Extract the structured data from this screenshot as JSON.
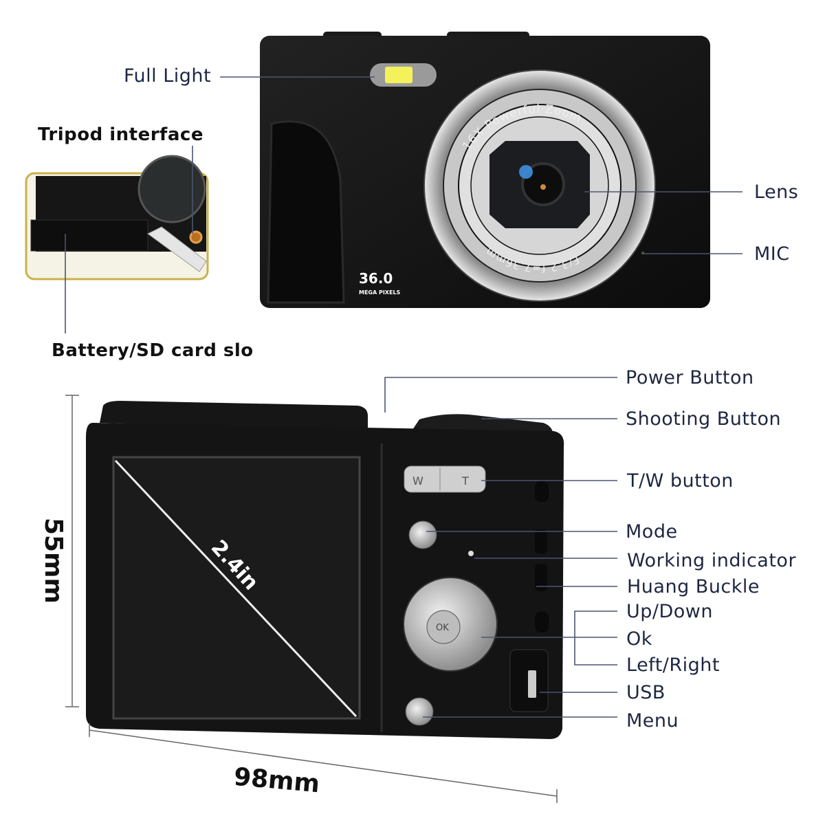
{
  "front_view": {
    "labels": {
      "full_light": "Full Light",
      "lens": "Lens",
      "mic": "MIC"
    },
    "lens_ring_top_text": "16X Powerful Zoom",
    "lens_ring_bottom_text": "F/3.2 f=7.36mm",
    "megapixels_value": "36.0",
    "megapixels_caption": "MEGA PIXELS"
  },
  "inset_view": {
    "labels": {
      "tripod_interface": "Tripod interface",
      "battery_sd_slot": "Battery/SD card slo"
    }
  },
  "back_view": {
    "screen_size": "2.4in",
    "tw_button_w": "W",
    "tw_button_t": "T",
    "ok_button": "OK",
    "labels": {
      "power_button": "Power Button",
      "shooting_button": "Shooting Button",
      "tw_button": "T/W button",
      "mode": "Mode",
      "working_indicator": "Working indicator",
      "huang_buckle": "Huang Buckle",
      "up_down": "Up/Down",
      "ok": "Ok",
      "left_right": "Left/Right",
      "usb": "USB",
      "menu": "Menu"
    }
  },
  "dimensions": {
    "height": "55mm",
    "width": "98mm"
  },
  "colors": {
    "label_text": "#1e2740",
    "leader_line": "#4a5570",
    "camera_body": "#111111",
    "flash": "#f4f25a",
    "inset_border": "#c9b24a"
  }
}
